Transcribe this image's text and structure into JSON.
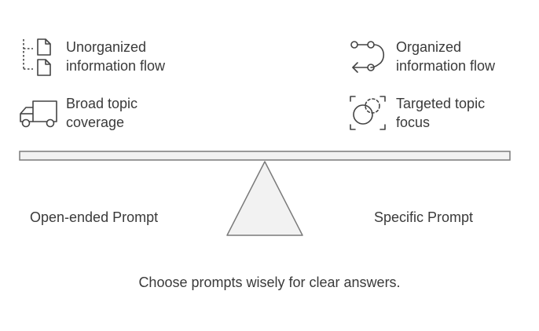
{
  "left_side": {
    "items": [
      {
        "icon": "unorganized-documents-icon",
        "label": "Unorganized\ninformation flow"
      },
      {
        "icon": "truck-icon",
        "label": "Broad topic\ncoverage"
      }
    ],
    "title": "Open-ended Prompt"
  },
  "right_side": {
    "items": [
      {
        "icon": "organized-flow-icon",
        "label": "Organized\ninformation flow"
      },
      {
        "icon": "target-focus-icon",
        "label": "Targeted topic\nfocus"
      }
    ],
    "title": "Specific Prompt"
  },
  "conclusion": "Choose prompts wisely for clear answers.",
  "colors": {
    "stroke": "#6e6e6e",
    "fill": "#f2f2f2",
    "text": "#3a3a3a"
  }
}
